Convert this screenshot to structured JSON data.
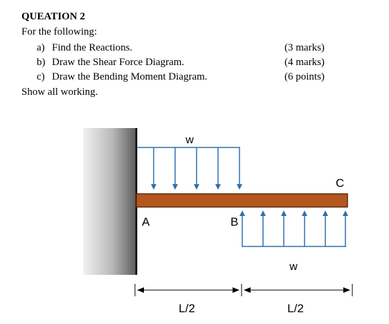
{
  "question": {
    "title": "QUEATION 2",
    "intro": "For the following:",
    "items": [
      {
        "letter": "a)",
        "text": "Find the Reactions.",
        "marks": "(3 marks)"
      },
      {
        "letter": "b)",
        "text": "Draw the Shear Force Diagram.",
        "marks": "(4 marks)"
      },
      {
        "letter": "c)",
        "text": "Draw the Bending Moment Diagram.",
        "marks": "(6 points)"
      }
    ],
    "footer": "Show all working."
  },
  "diagram": {
    "load_top_label": "w",
    "load_bottom_label": "w",
    "point_a": "A",
    "point_b": "B",
    "point_c": "C",
    "dim_left": "L/2",
    "dim_right": "L/2",
    "colors": {
      "beam_fill": "#b5561e",
      "beam_stroke": "#5a2a08",
      "load_arrow": "#2f6fad",
      "wall_dark": "#6a6a6a",
      "wall_light": "#e6e6e6"
    }
  }
}
